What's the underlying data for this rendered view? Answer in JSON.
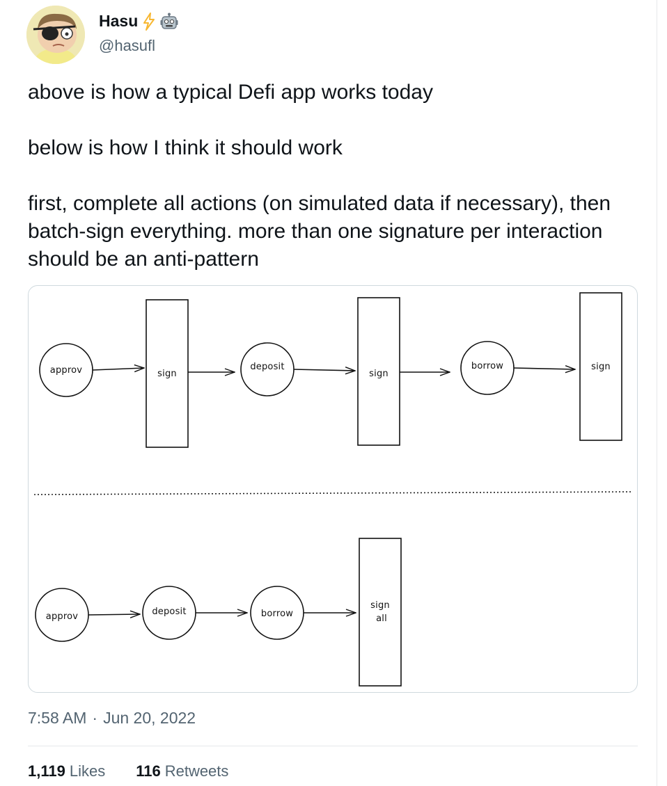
{
  "author": {
    "display_name": "Hasu",
    "handle": "@hasufl",
    "avatar_icon": "avatar-icon",
    "badges": [
      "lightning-bolt-icon",
      "robot-icon"
    ]
  },
  "tweet": {
    "paragraphs": [
      "above is how a typical Defi app works today",
      "below is how I think it should work",
      "first, complete all actions (on simulated data if necessary), then batch-sign everything. more than one signature per interaction should be an anti-pattern"
    ]
  },
  "diagram": {
    "top_flow": {
      "circles": [
        "approv",
        "deposit",
        "borrow"
      ],
      "sign_boxes": [
        "sign",
        "sign",
        "sign"
      ]
    },
    "bottom_flow": {
      "circles": [
        "approv",
        "deposit",
        "borrow"
      ],
      "sign_box_lines": [
        "sign",
        "all"
      ]
    }
  },
  "meta": {
    "time": "7:58 AM",
    "separator": "·",
    "date": "Jun 20, 2022"
  },
  "stats": {
    "likes_count": "1,119",
    "likes_label": "Likes",
    "retweets_count": "116",
    "retweets_label": "Retweets"
  },
  "colors": {
    "text": "#0f1419",
    "secondary": "#536471",
    "bolt": "#f7b731",
    "border": "#cfd9de"
  }
}
